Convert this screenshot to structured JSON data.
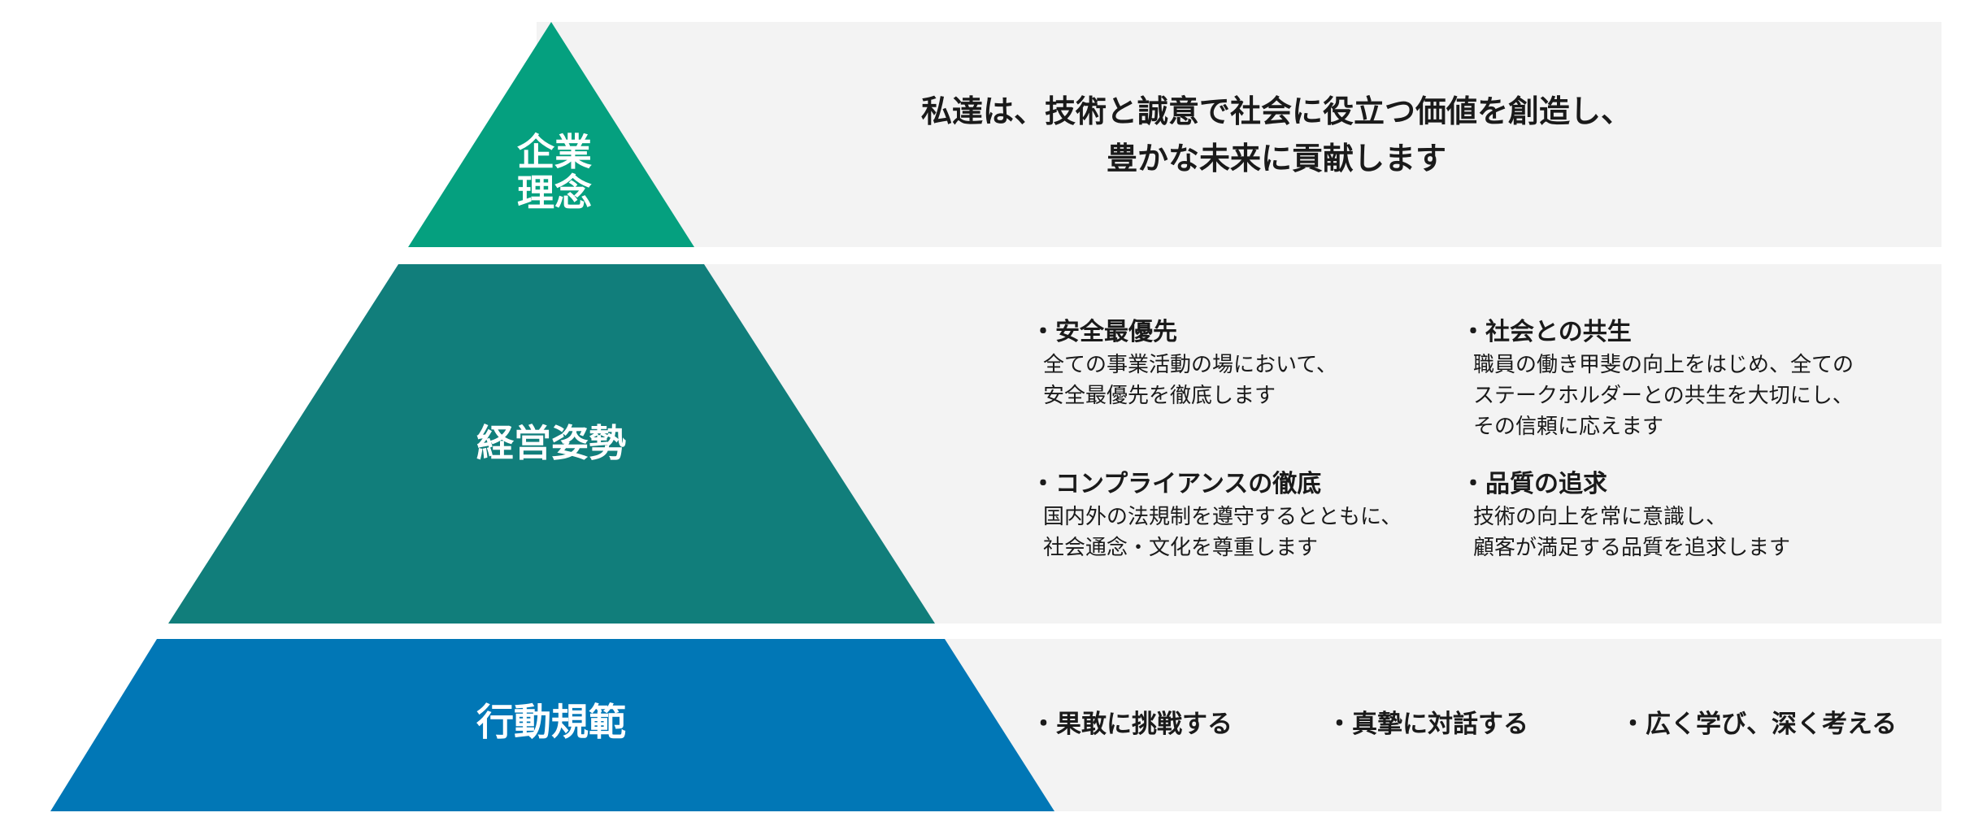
{
  "colors": {
    "philosophy": "#05a07f",
    "stance": "#117e7b",
    "conduct": "#0177b6",
    "band": "#f3f3f3",
    "text": "#1a1a1a"
  },
  "tiers": {
    "philosophy": {
      "label_lines": [
        "企業",
        "理念"
      ],
      "mission_lines": [
        "私達は、技術と誠意で社会に役立つ価値を創造し、",
        "豊かな未来に貢献します"
      ]
    },
    "stance": {
      "label": "経営姿勢",
      "items": [
        {
          "bullet": "・",
          "title": "安全最優先",
          "desc_lines": [
            "全ての事業活動の場において、",
            "安全最優先を徹底します"
          ]
        },
        {
          "bullet": "・",
          "title": "社会との共生",
          "desc_lines": [
            "職員の働き甲斐の向上をはじめ、全ての",
            "ステークホルダーとの共生を大切にし、",
            "その信頼に応えます"
          ]
        },
        {
          "bullet": "・",
          "title": "コンプライアンスの徹底",
          "desc_lines": [
            "国内外の法規制を遵守するとともに、",
            "社会通念・文化を尊重します"
          ]
        },
        {
          "bullet": "・",
          "title": "品質の追求",
          "desc_lines": [
            "技術の向上を常に意識し、",
            "顧客が満足する品質を追求します"
          ]
        }
      ]
    },
    "conduct": {
      "label": "行動規範",
      "items": [
        {
          "bullet": "・",
          "text": "果敢に挑戦する"
        },
        {
          "bullet": "・",
          "text": "真摯に対話する"
        },
        {
          "bullet": "・",
          "text": "広く学び、深く考える"
        }
      ]
    }
  }
}
